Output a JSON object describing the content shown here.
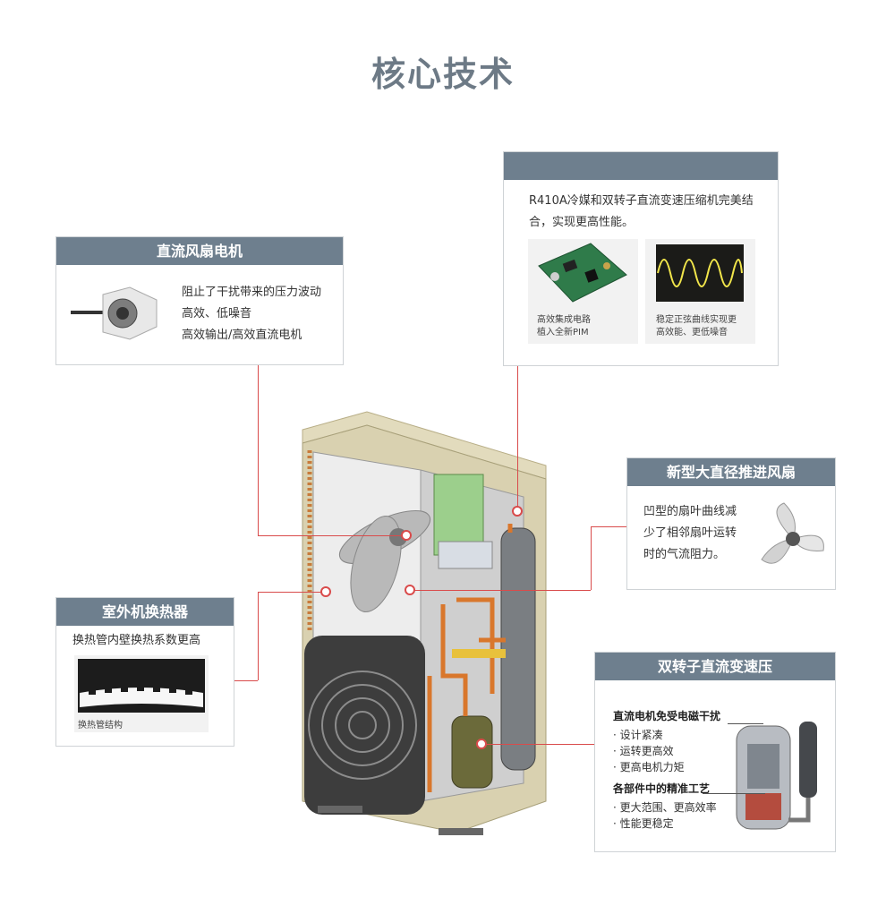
{
  "page": {
    "title": "核心技术"
  },
  "boxes": {
    "compressor_control": {
      "heading": "",
      "desc": "R410A冷媒和双转子直流变速压缩机完美结合，实现更高性能。",
      "images": [
        {
          "caption_line1": "高效集成电路",
          "caption_line2": "植入全新PIM",
          "icon": "circuit-board"
        },
        {
          "caption_line1": "稳定正弦曲线实现更",
          "caption_line2": "高效能、更低噪音",
          "icon": "sine-wave-oscilloscope"
        }
      ]
    },
    "dc_fan_motor": {
      "heading": "直流风扇电机",
      "lines": [
        "阻止了干扰带来的压力波动",
        "高效、低噪音",
        "高效输出/高效直流电机"
      ],
      "icon": "fan-motor"
    },
    "new_fan": {
      "heading": "新型大直径推进风扇",
      "lines": [
        "凹型的扇叶曲线减",
        "少了相邻扇叶运转",
        "时的气流阻力。"
      ],
      "icon": "propeller-fan"
    },
    "heat_exchanger": {
      "heading": "室外机换热器",
      "line": "换热管内壁换热系数更高",
      "caption": "换热管结构",
      "icon": "heat-exchanger-tube"
    },
    "twin_rotary": {
      "heading": "双转子直流变速压",
      "group1_title": "直流电机免受电磁干扰",
      "group1_items": [
        "设计紧凑",
        "运转更高效",
        "更高电机力矩"
      ],
      "group2_title": "各部件中的精准工艺",
      "group2_items": [
        "更大范围、更高效率",
        "性能更稳定"
      ],
      "icon": "compressor"
    }
  },
  "colors": {
    "header": "#6e7f8e",
    "title": "#6d7a86",
    "callout_line": "#d94b4b",
    "unit_body": "#d9d1b0"
  }
}
